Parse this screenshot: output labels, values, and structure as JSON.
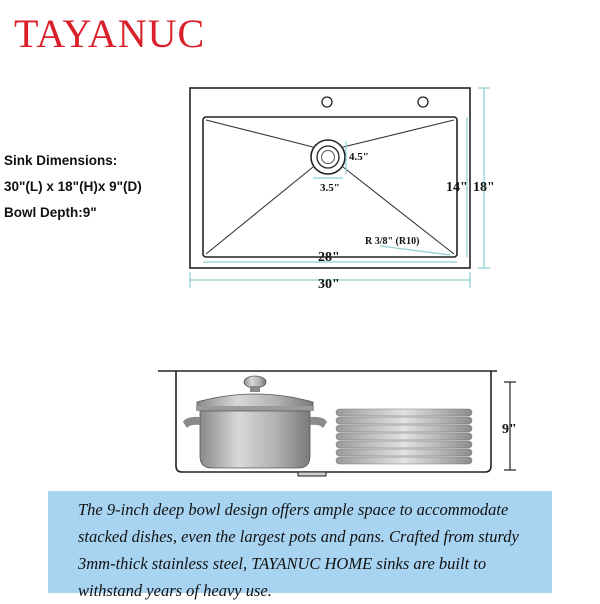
{
  "brand": {
    "name": "TAYANUC",
    "color": "#d9202a"
  },
  "specs": {
    "title": "Sink Dimensions:",
    "size": "30\"(L) x 18\"(H)x 9\"(D)",
    "depth": "Bowl Depth:9\""
  },
  "top_view": {
    "drain_diameter": "4.5\"",
    "drain_width": "3.5\"",
    "bowl_height": "14\"",
    "sink_height": "18\"",
    "corner_radius": "R 3/8\" (R10)",
    "bowl_width": "28\"",
    "sink_width": "30\""
  },
  "side_view": {
    "depth": "9\""
  },
  "caption": {
    "text": "The 9-inch deep bowl design offers ample space to accommodate stacked dishes, even the largest pots and pans. Crafted from sturdy 3mm-thick stainless steel, TAYANUC HOME sinks are built to withstand years of heavy use.",
    "background": "#a8d4f2"
  },
  "colors": {
    "dimension_line": "#8ecfd0",
    "outline": "#222222"
  }
}
